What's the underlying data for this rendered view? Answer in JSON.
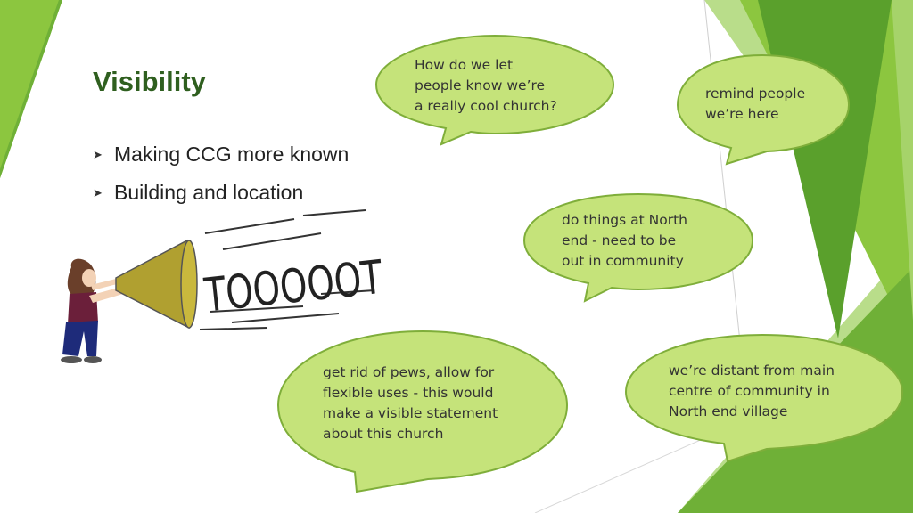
{
  "slide": {
    "title": "Visibility",
    "bullets": [
      {
        "text": "Making CCG more known"
      },
      {
        "text": "Building and location"
      }
    ]
  },
  "illustration": {
    "shout_text": "TOOOOOT"
  },
  "bubbles": [
    {
      "text": "How do we let\npeople know we’re\na really cool church?"
    },
    {
      "text": "remind people\nwe’re here"
    },
    {
      "text": "do things at North\nend - need to be\nout in community"
    },
    {
      "text": "get rid of pews, allow for\nflexible uses - this would\nmake a visible statement\nabout this church"
    },
    {
      "text": "we’re distant from main\ncentre of community in\nNorth end village"
    }
  ],
  "colors": {
    "accent_dark_green": "#5aa02c",
    "accent_light_green": "#8cc63f",
    "bubble_fill": "#c5e37a",
    "bubble_stroke": "#7fae3a",
    "title_color": "#2f5f1f",
    "megaphone": "#b0a030"
  }
}
